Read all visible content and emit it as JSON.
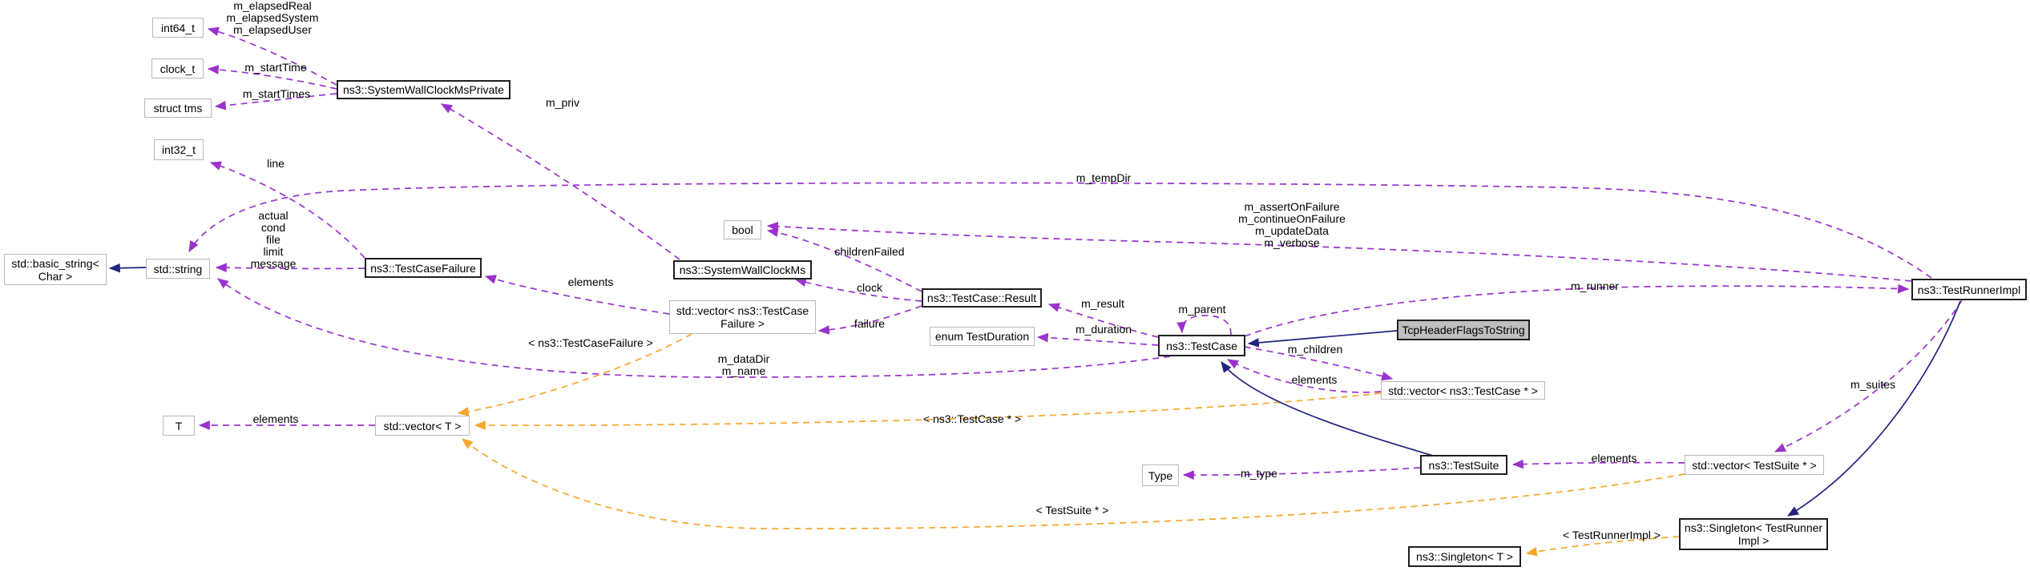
{
  "diagram": {
    "kind": "doxygen-collaboration-graph",
    "current_class": "TcpHeaderFlagsToString",
    "colors": {
      "member_edge": "#9a32cd",
      "template_edge": "#f7a62a",
      "inheritance_edge": "#22227f",
      "current_node_fill": "#bfbfbf",
      "linked_node_border": "#1f1f1f",
      "plain_node_border": "#b8b8b8"
    },
    "nodes": [
      {
        "label": "int64_t"
      },
      {
        "label": "clock_t"
      },
      {
        "label": "struct tms"
      },
      {
        "label": "int32_t"
      },
      {
        "label": "ns3::SystemWallClockMsPrivate"
      },
      {
        "label": "std::basic_string<\nChar >"
      },
      {
        "label": "std::string"
      },
      {
        "label": "ns3::TestCaseFailure"
      },
      {
        "label": "bool"
      },
      {
        "label": "ns3::SystemWallClockMs"
      },
      {
        "label": "std::vector< ns3::TestCase\nFailure >"
      },
      {
        "label": "ns3::TestCase::Result"
      },
      {
        "label": "enum TestDuration"
      },
      {
        "label": "ns3::TestCase"
      },
      {
        "label": "TcpHeaderFlagsToString"
      },
      {
        "label": "std::vector< ns3::TestCase * >"
      },
      {
        "label": "ns3::TestRunnerImpl"
      },
      {
        "label": "T"
      },
      {
        "label": "std::vector< T >"
      },
      {
        "label": "Type"
      },
      {
        "label": "ns3::TestSuite"
      },
      {
        "label": "std::vector< TestSuite * >"
      },
      {
        "label": "ns3::Singleton< TestRunner\nImpl >"
      },
      {
        "label": "ns3::Singleton< T >"
      }
    ],
    "edges": [
      {
        "from": "ns3::SystemWallClockMsPrivate",
        "to": "int64_t",
        "type": "member",
        "label": "m_elapsedReal\nm_elapsedSystem\nm_elapsedUser"
      },
      {
        "from": "ns3::SystemWallClockMsPrivate",
        "to": "clock_t",
        "type": "member",
        "label": "m_startTime"
      },
      {
        "from": "ns3::SystemWallClockMsPrivate",
        "to": "struct tms",
        "type": "member",
        "label": "m_startTimes"
      },
      {
        "from": "ns3::SystemWallClockMs",
        "to": "ns3::SystemWallClockMsPrivate",
        "type": "member",
        "label": "m_priv"
      },
      {
        "from": "ns3::TestCaseFailure",
        "to": "int32_t",
        "type": "member",
        "label": "line"
      },
      {
        "from": "ns3::TestRunnerImpl",
        "to": "std::string",
        "type": "member",
        "label": "m_tempDir"
      },
      {
        "from": "ns3::TestCaseFailure",
        "to": "std::string",
        "type": "member",
        "label": "actual\ncond\nfile\nlimit\nmessage"
      },
      {
        "from": "std::vector< ns3::TestCaseFailure >",
        "to": "ns3::TestCaseFailure",
        "type": "member",
        "label": "elements"
      },
      {
        "from": "ns3::TestCase::Result",
        "to": "bool",
        "type": "member",
        "label": "childrenFailed"
      },
      {
        "from": "ns3::TestCase::Result",
        "to": "ns3::SystemWallClockMs",
        "type": "member",
        "label": "clock"
      },
      {
        "from": "ns3::TestCase::Result",
        "to": "std::vector< ns3::TestCaseFailure >",
        "type": "member",
        "label": "failure"
      },
      {
        "from": "ns3::TestRunnerImpl",
        "to": "bool",
        "type": "member",
        "label": "m_assertOnFailure\nm_continueOnFailure\nm_updateData\nm_verbose"
      },
      {
        "from": "ns3::TestCase",
        "to": "ns3::TestCase::Result",
        "type": "member",
        "label": "m_result"
      },
      {
        "from": "ns3::TestCase",
        "to": "ns3::TestCase",
        "type": "member",
        "label": "m_parent"
      },
      {
        "from": "ns3::TestCase",
        "to": "enum TestDuration",
        "type": "member",
        "label": "m_duration"
      },
      {
        "from": "ns3::TestCase",
        "to": "ns3::TestRunnerImpl",
        "type": "member",
        "label": "m_runner"
      },
      {
        "from": "ns3::TestCase",
        "to": "std::vector< ns3::TestCase * >",
        "type": "member",
        "label": "m_children"
      },
      {
        "from": "std::vector< ns3::TestCase * >",
        "to": "ns3::TestCase",
        "type": "member",
        "label": "elements"
      },
      {
        "from": "ns3::TestCase",
        "to": "std::string",
        "type": "member",
        "label": "m_dataDir\nm_name"
      },
      {
        "from": "std::vector< ns3::TestCaseFailure >",
        "to": "std::vector< T >",
        "type": "template",
        "label": "< ns3::TestCaseFailure >"
      },
      {
        "from": "std::vector< T >",
        "to": "T",
        "type": "member",
        "label": "elements"
      },
      {
        "from": "std::vector< ns3::TestCase * >",
        "to": "std::vector< T >",
        "type": "template",
        "label": "< ns3::TestCase * >"
      },
      {
        "from": "ns3::TestRunnerImpl",
        "to": "std::vector< TestSuite * >",
        "type": "member",
        "label": "m_suites"
      },
      {
        "from": "ns3::TestSuite",
        "to": "Type",
        "type": "member",
        "label": "m_type"
      },
      {
        "from": "std::vector< TestSuite * >",
        "to": "ns3::TestSuite",
        "type": "member",
        "label": "elements"
      },
      {
        "from": "std::vector< TestSuite * >",
        "to": "std::vector< T >",
        "type": "template",
        "label": "< TestSuite * >"
      },
      {
        "from": "ns3::Singleton< TestRunnerImpl >",
        "to": "ns3::Singleton< T >",
        "type": "template",
        "label": "< TestRunnerImpl >"
      },
      {
        "from": "std::string",
        "to": "std::basic_string< Char >",
        "type": "inheritance",
        "label": ""
      },
      {
        "from": "TcpHeaderFlagsToString",
        "to": "ns3::TestCase",
        "type": "inheritance",
        "label": ""
      },
      {
        "from": "ns3::TestSuite",
        "to": "ns3::TestCase",
        "type": "inheritance",
        "label": ""
      },
      {
        "from": "ns3::TestRunnerImpl",
        "to": "ns3::Singleton< TestRunnerImpl >",
        "type": "inheritance",
        "label": ""
      }
    ]
  }
}
